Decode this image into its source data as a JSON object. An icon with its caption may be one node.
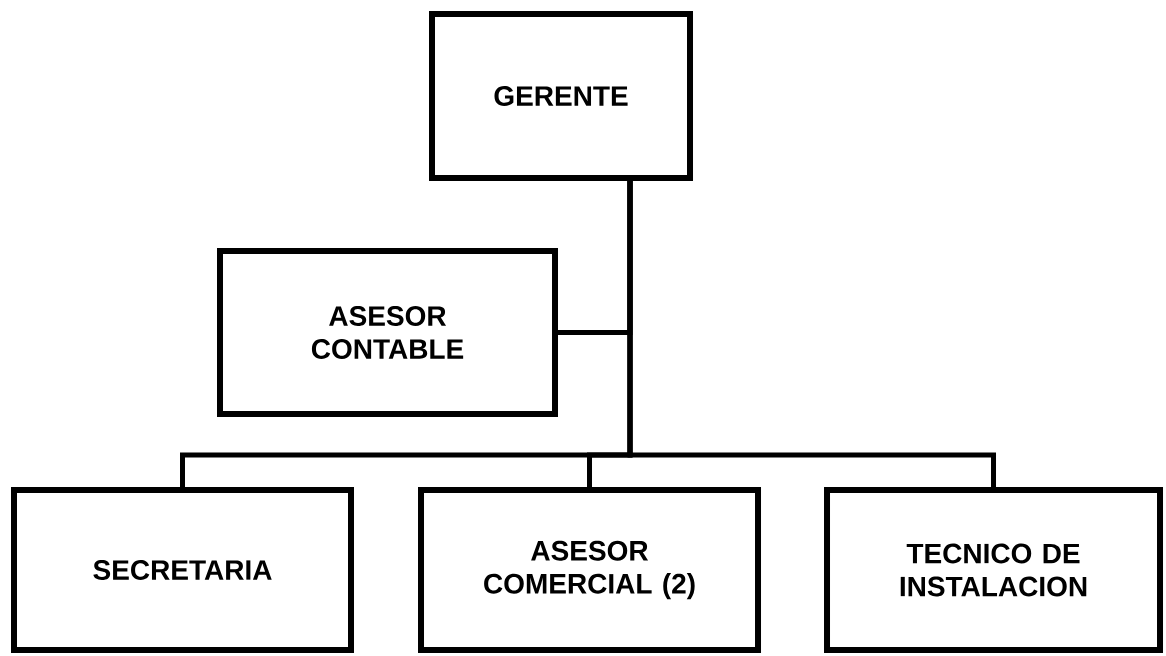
{
  "diagram": {
    "nodes": [
      {
        "text": [
          "GERENTE"
        ]
      },
      {
        "text": [
          "ASESOR CONTABLE"
        ]
      },
      {
        "text": [
          "SECRETARIA"
        ]
      },
      {
        "text": [
          "ASESOR COMERCIAL (2)"
        ]
      },
      {
        "text": [
          "TECNICO DE INSTALACION"
        ]
      }
    ],
    "edges": [
      {
        "from": 0,
        "to": 1,
        "arrow": "none"
      },
      {
        "from": 0,
        "to": 2,
        "arrow": "none"
      },
      {
        "from": 0,
        "to": 3,
        "arrow": "none"
      },
      {
        "from": 0,
        "to": 4,
        "arrow": "none"
      }
    ]
  }
}
